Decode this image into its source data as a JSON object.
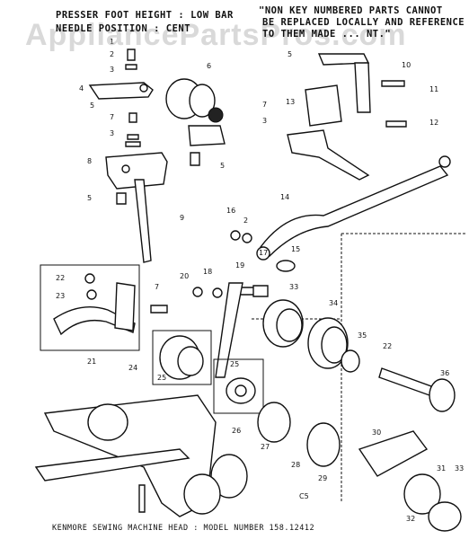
{
  "header": {
    "left_line1": "PRESSER FOOT HEIGHT : LOW BAR",
    "left_line2": "NEEDLE POSITION : CENT",
    "right_line1": "\"NON KEY NUMBERED PARTS CANNOT",
    "right_line2": "BE REPLACED LOCALLY AND REFERENCE",
    "right_line3": "TO THEM MADE ... NT.\""
  },
  "watermark": "AppliancePartsPros.com",
  "footer": "KENMORE SEWING MACHINE HEAD : MODEL NUMBER 158.12412",
  "code": "C5",
  "callouts": [
    "1",
    "2",
    "3",
    "4",
    "5",
    "6",
    "7",
    "8",
    "9",
    "10",
    "11",
    "12",
    "13",
    "14",
    "15",
    "16",
    "17",
    "18",
    "19",
    "20",
    "21",
    "22",
    "23",
    "24",
    "25",
    "26",
    "27",
    "28",
    "29",
    "30",
    "31",
    "32",
    "33",
    "34",
    "35",
    "36"
  ]
}
